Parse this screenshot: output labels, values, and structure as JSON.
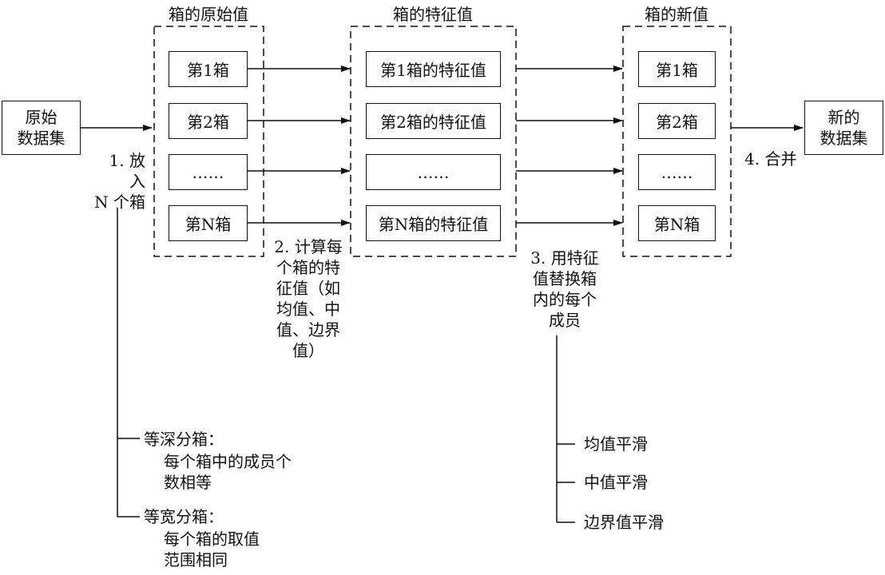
{
  "columns": {
    "raw_title": "箱的原始值",
    "feature_title": "箱的特征值",
    "new_title": "箱的新值"
  },
  "source": {
    "line1": "原始",
    "line2": "数据集"
  },
  "target": {
    "line1": "新的",
    "line2": "数据集"
  },
  "raw_bins": [
    "第1箱",
    "第2箱",
    "……",
    "第N箱"
  ],
  "feature_bins": [
    "第1箱的特征值",
    "第2箱的特征值",
    "……",
    "第N箱的特征值"
  ],
  "new_bins": [
    "第1箱",
    "第2箱",
    "……",
    "第N箱"
  ],
  "steps": {
    "step1": [
      "1. 放入",
      "N 个箱"
    ],
    "step2": [
      "2. 计算每",
      "个箱的特",
      "征值（如",
      "均值、中",
      "值、边界",
      "值）"
    ],
    "step3": [
      "3. 用特征",
      "值替换箱",
      "内的每个",
      "成员"
    ],
    "step4": "4. 合并"
  },
  "binning_methods": [
    {
      "name": "等深分箱：",
      "desc": [
        "每个箱中的成员个",
        "数相等"
      ]
    },
    {
      "name": "等宽分箱：",
      "desc": [
        "每个箱的取值",
        "范围相同"
      ]
    }
  ],
  "smoothing_methods": [
    "均值平滑",
    "中值平滑",
    "边界值平滑"
  ]
}
